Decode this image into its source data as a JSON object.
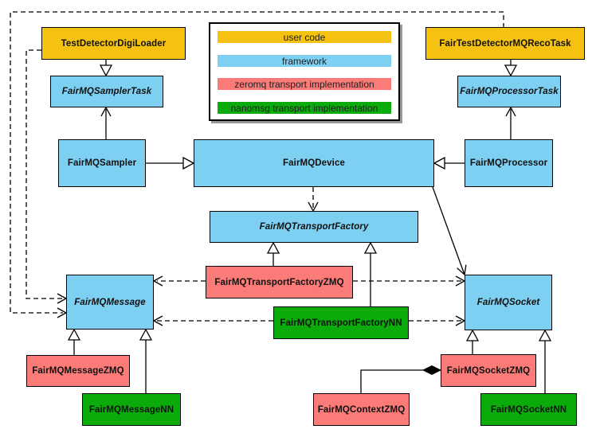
{
  "palette": {
    "user": "#F5C211",
    "framework": "#7ED0F2",
    "zeromq": "#FA7B77",
    "nanomsg": "#0BAB0B",
    "stroke": "#000000",
    "text": "#111111",
    "canvas": "#FFFFFF"
  },
  "legend": {
    "items": [
      {
        "id": "user",
        "label": "user code"
      },
      {
        "id": "framework",
        "label": "framework"
      },
      {
        "id": "zeromq",
        "label": "zeromq transport implementation"
      },
      {
        "id": "nanomsg",
        "label": "nanomsg transport implementation"
      }
    ]
  },
  "nodes": {
    "testDetectorDigiLoader": {
      "label": "TestDetectorDigiLoader",
      "category": "user code",
      "abstract": false
    },
    "fairTestDetectorMQRecoTask": {
      "label": "FairTestDetectorMQRecoTask",
      "category": "user code",
      "abstract": false
    },
    "fairMQSamplerTask": {
      "label": "FairMQSamplerTask",
      "category": "framework",
      "abstract": true
    },
    "fairMQProcessorTask": {
      "label": "FairMQProcessorTask",
      "category": "framework",
      "abstract": true
    },
    "fairMQSampler": {
      "label": "FairMQSampler",
      "category": "framework",
      "abstract": false
    },
    "fairMQDevice": {
      "label": "FairMQDevice",
      "category": "framework",
      "abstract": false
    },
    "fairMQProcessor": {
      "label": "FairMQProcessor",
      "category": "framework",
      "abstract": false
    },
    "fairMQTransportFactory": {
      "label": "FairMQTransportFactory",
      "category": "framework",
      "abstract": true
    },
    "fairMQTransportFactoryZMQ": {
      "label": "FairMQTransportFactoryZMQ",
      "category": "zeromq",
      "abstract": false
    },
    "fairMQTransportFactoryNN": {
      "label": "FairMQTransportFactoryNN",
      "category": "nanomsg",
      "abstract": false
    },
    "fairMQMessage": {
      "label": "FairMQMessage",
      "category": "framework",
      "abstract": true
    },
    "fairMQSocket": {
      "label": "FairMQSocket",
      "category": "framework",
      "abstract": true
    },
    "fairMQMessageZMQ": {
      "label": "FairMQMessageZMQ",
      "category": "zeromq",
      "abstract": false
    },
    "fairMQMessageNN": {
      "label": "FairMQMessageNN",
      "category": "nanomsg",
      "abstract": false
    },
    "fairMQContextZMQ": {
      "label": "FairMQContextZMQ",
      "category": "zeromq",
      "abstract": false
    },
    "fairMQSocketZMQ": {
      "label": "FairMQSocketZMQ",
      "category": "zeromq",
      "abstract": false
    },
    "fairMQSocketNN": {
      "label": "FairMQSocketNN",
      "category": "nanomsg",
      "abstract": false
    }
  },
  "edges": [
    {
      "from": "TestDetectorDigiLoader",
      "to": "FairMQSamplerTask",
      "type": "inheritance"
    },
    {
      "from": "FairTestDetectorMQRecoTask",
      "to": "FairMQProcessorTask",
      "type": "inheritance"
    },
    {
      "from": "FairMQSampler",
      "to": "FairMQSamplerTask",
      "type": "association"
    },
    {
      "from": "FairMQProcessor",
      "to": "FairMQProcessorTask",
      "type": "association"
    },
    {
      "from": "FairMQSampler",
      "to": "FairMQDevice",
      "type": "inheritance"
    },
    {
      "from": "FairMQProcessor",
      "to": "FairMQDevice",
      "type": "inheritance"
    },
    {
      "from": "FairMQDevice",
      "to": "FairMQTransportFactory",
      "type": "dependency"
    },
    {
      "from": "FairMQDevice",
      "to": "FairMQSocket",
      "type": "association"
    },
    {
      "from": "FairMQTransportFactoryZMQ",
      "to": "FairMQTransportFactory",
      "type": "inheritance"
    },
    {
      "from": "FairMQTransportFactoryNN",
      "to": "FairMQTransportFactory",
      "type": "inheritance"
    },
    {
      "from": "FairMQTransportFactoryZMQ",
      "to": "FairMQMessage",
      "type": "dependency"
    },
    {
      "from": "FairMQTransportFactoryZMQ",
      "to": "FairMQSocket",
      "type": "dependency"
    },
    {
      "from": "FairMQTransportFactoryNN",
      "to": "FairMQMessage",
      "type": "dependency"
    },
    {
      "from": "FairMQTransportFactoryNN",
      "to": "FairMQSocket",
      "type": "dependency"
    },
    {
      "from": "FairMQMessageZMQ",
      "to": "FairMQMessage",
      "type": "inheritance"
    },
    {
      "from": "FairMQMessageNN",
      "to": "FairMQMessage",
      "type": "inheritance"
    },
    {
      "from": "FairMQSocketZMQ",
      "to": "FairMQSocket",
      "type": "inheritance"
    },
    {
      "from": "FairMQSocketNN",
      "to": "FairMQSocket",
      "type": "inheritance"
    },
    {
      "from": "FairMQSocketZMQ",
      "to": "FairMQContextZMQ",
      "type": "composition"
    },
    {
      "from": "TestDetectorDigiLoader",
      "to": "FairMQMessage",
      "type": "dependency"
    },
    {
      "from": "FairTestDetectorMQRecoTask",
      "to": "FairMQMessage",
      "type": "dependency"
    }
  ]
}
